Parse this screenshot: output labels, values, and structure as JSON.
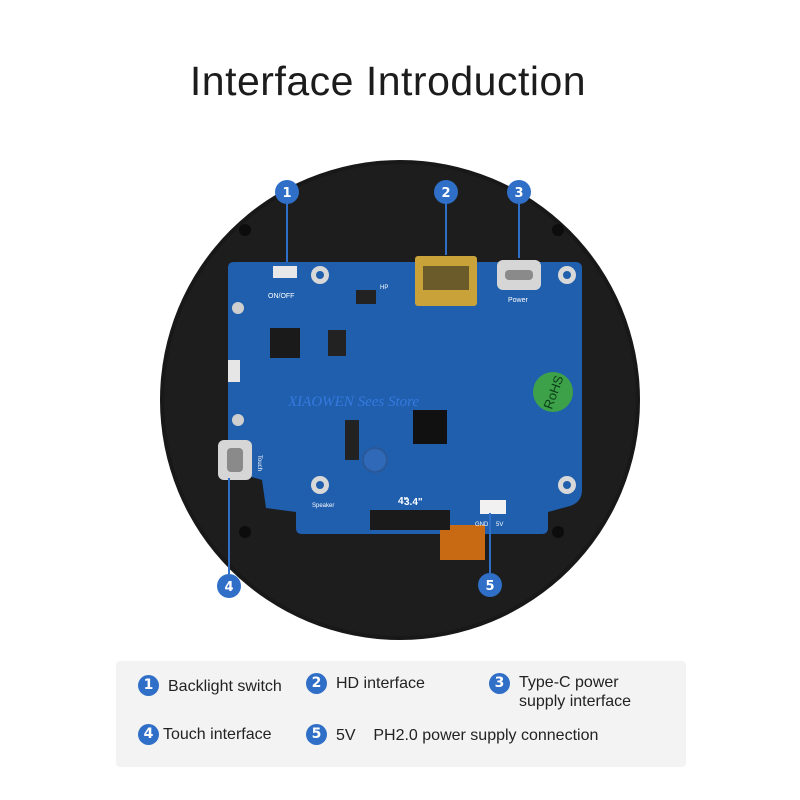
{
  "title": "Interface Introduction",
  "watermark": "XIAOWEN Sees Store",
  "board_text": {
    "onoff": "ON/OFF",
    "hp": "HP",
    "power": "Power",
    "rohs": "RoHS",
    "touch": "Touch",
    "speaker": "Speaker",
    "size4": "4\"",
    "size34": "3.4\"",
    "gnd": "GND",
    "v5": "5V"
  },
  "callouts": [
    "1",
    "2",
    "3",
    "4",
    "5"
  ],
  "legend": {
    "items": [
      {
        "num": "1",
        "label": "Backlight switch"
      },
      {
        "num": "2",
        "label": "HD interface"
      },
      {
        "num": "3",
        "label": "Type-C power",
        "label2": "supply interface"
      },
      {
        "num": "4",
        "label": "Touch interface"
      },
      {
        "num": "5",
        "label": "5V    PH2.0 power supply connection"
      }
    ]
  },
  "colors": {
    "accent": "#2f6fc7",
    "pcb": "#1f5fae",
    "display_body": "#1a1a1a",
    "legend_bg": "#f3f3f3"
  }
}
